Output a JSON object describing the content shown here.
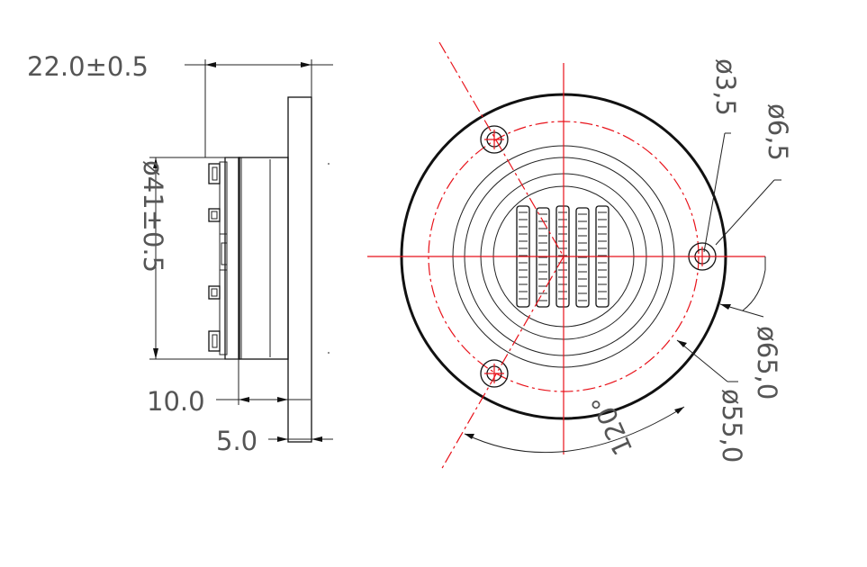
{
  "drawing": {
    "side_view": {
      "depth_label": "22.0±0.5",
      "diameter_label": "ø41±0.5",
      "body_label": "10.0",
      "flange_label": "5.0"
    },
    "front_view": {
      "hole_label": "ø3,5",
      "counterbore_label": "ø6,5",
      "outer_label": "ø65,0",
      "bolt_circle_label": "ø55,0",
      "angle_label": "120°"
    },
    "colors": {
      "outline": "#111111",
      "centerline": "#e8121a",
      "dimension_text": "#555555"
    }
  }
}
